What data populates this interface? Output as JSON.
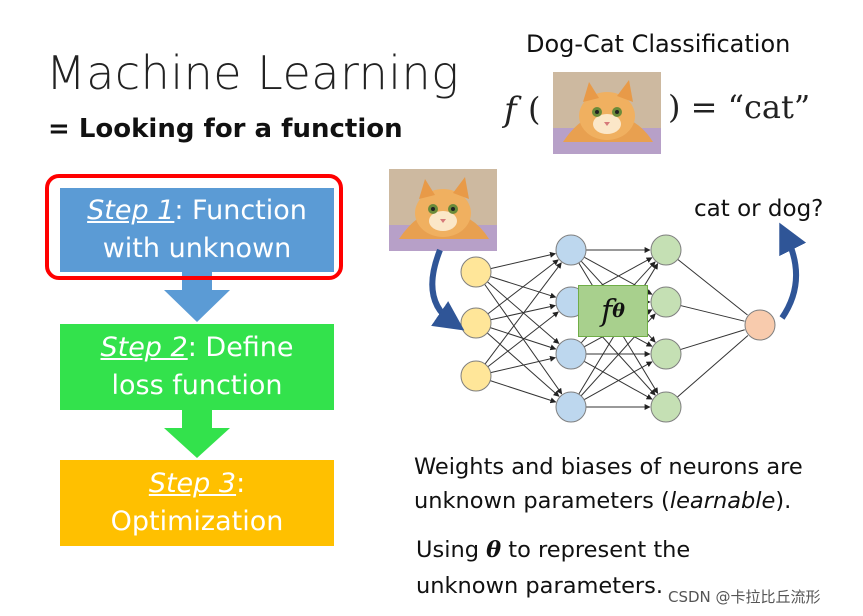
{
  "title": "Machine Learning",
  "subtitle": "= Looking for a function",
  "steps": [
    {
      "step_label": "Step 1",
      "rest_line1": ": Function",
      "line2": "with unknown"
    },
    {
      "step_label": "Step 2",
      "rest_line1": ": Define",
      "line2": "loss function"
    },
    {
      "step_label": "Step 3",
      "rest_line1": ":",
      "line2": "Optimization"
    }
  ],
  "classification": {
    "title": "Dog-Cat Classification",
    "func": "f",
    "open_paren": "(",
    "result": ") = “cat”"
  },
  "network": {
    "output_label": "cat or dog?",
    "block_func": "f",
    "block_sub": "θ",
    "colors": {
      "input": "#ffe699",
      "hidden1": "#bdd7ee",
      "hidden2": "#c5e0b4",
      "output": "#f8cbad",
      "arrow": "#2f5597"
    }
  },
  "para1": {
    "line1": "Weights and biases of neurons are",
    "line2_pre": "unknown parameters (",
    "line2_italic": "learnable",
    "line2_post": ")."
  },
  "para2": {
    "line1_pre": "Using ",
    "line1_symbol": "θ",
    "line1_post": " to represent the",
    "line2": "unknown parameters."
  },
  "watermark": "CSDN @卡拉比丘流形",
  "accent_colors": {
    "step1": "#5b9bd5",
    "step2": "#33e24c",
    "step3": "#ffc000",
    "highlight": "#ff0000"
  }
}
